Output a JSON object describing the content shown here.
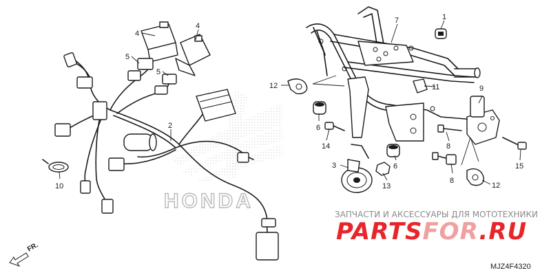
{
  "callouts": {
    "c1": "1",
    "c2": "2",
    "c3": "3",
    "c4a": "4",
    "c4b": "4",
    "c5a": "5",
    "c5b": "5",
    "c6a": "6",
    "c6b": "6",
    "c7": "7",
    "c8a": "8",
    "c8b": "8",
    "c9": "9",
    "c10": "10",
    "c11": "11",
    "c12a": "12",
    "c12b": "12",
    "c13": "13",
    "c14": "14",
    "c15": "15"
  },
  "watermark": {
    "brand_text": "HONDA",
    "caption": "ЗАПЧАСТИ И АКСЕССУАРЫ ДЛЯ МОТОТЕХНИКИ",
    "logo_part1": "PARTS",
    "logo_part2": "FOR",
    "logo_part3": ".RU",
    "logo_color": "#e8252a",
    "logo_color_alt": "#f0a0a0"
  },
  "direction": {
    "label": "FR."
  },
  "diagram_code": "MJZ4F4320"
}
